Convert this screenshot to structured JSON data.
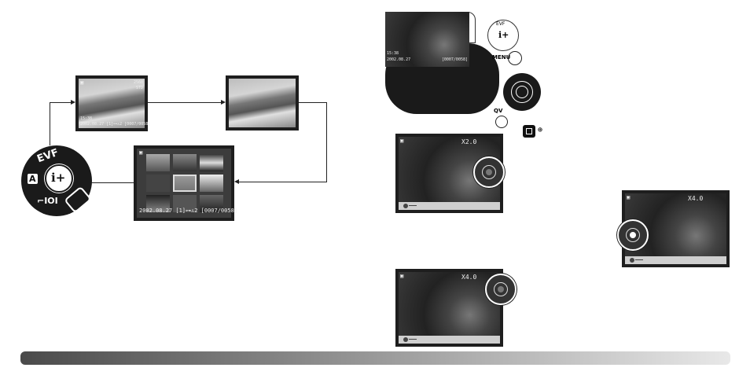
{
  "dial": {
    "labels": [
      "EVF",
      "A",
      "i+"
    ]
  },
  "screens": {
    "playback": {
      "time": "15:38",
      "info": "2002.08.27 [1]⊶♙2 [0007/0058]",
      "size": "2560",
      "quality": "STD"
    },
    "index": {
      "info": "2002.08.27 [1]⊶♙2 [0007/0058]"
    }
  },
  "camera": {
    "menu_label": "MENU",
    "qv_label": "QV",
    "evf_label": "EVF",
    "lcd_time": "15:38",
    "lcd_date": "2002.08.27",
    "lcd_counter": "[0007/0058]"
  },
  "zoom_views": [
    {
      "zoom": "X2.0"
    },
    {
      "zoom": "X4.0"
    },
    {
      "zoom": "X4.0"
    }
  ],
  "footer_bar": {
    "gradient": [
      "#4a4a4a",
      "#e8e8e8"
    ]
  }
}
